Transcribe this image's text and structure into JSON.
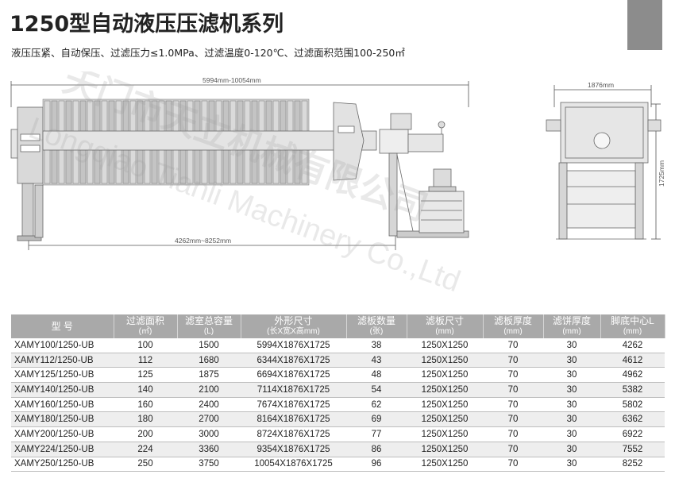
{
  "title": "1250型自动液压压滤机系列",
  "subtitle": "液压压紧、自动保压、过滤压力≤1.0MPa、过滤温度0-120℃、过滤面积范围100-250㎡",
  "dimensions": {
    "total_length": "5994mm-10054mm",
    "foot_center": "4262mm~8252mm",
    "width": "1876mm",
    "height": "1725mm"
  },
  "watermark": {
    "cn": "天门市天立机械有限公司",
    "en": "Longqiao Tianli Machinery Co.,Ltd"
  },
  "table": {
    "headers": [
      {
        "label": "型 号",
        "unit": ""
      },
      {
        "label": "过滤面积",
        "unit": "(㎡)"
      },
      {
        "label": "滤室总容量",
        "unit": "(L)"
      },
      {
        "label": "外形尺寸",
        "unit": "(长X宽X高mm)"
      },
      {
        "label": "滤板数量",
        "unit": "(张)"
      },
      {
        "label": "滤板尺寸",
        "unit": "(mm)"
      },
      {
        "label": "滤板厚度",
        "unit": "(mm)"
      },
      {
        "label": "滤饼厚度",
        "unit": "(mm)"
      },
      {
        "label": "脚底中心L",
        "unit": "(mm)"
      }
    ],
    "rows": [
      [
        "XAMY100/1250-UB",
        "100",
        "1500",
        "5994X1876X1725",
        "38",
        "1250X1250",
        "70",
        "30",
        "4262"
      ],
      [
        "XAMY112/1250-UB",
        "112",
        "1680",
        "6344X1876X1725",
        "43",
        "1250X1250",
        "70",
        "30",
        "4612"
      ],
      [
        "XAMY125/1250-UB",
        "125",
        "1875",
        "6694X1876X1725",
        "48",
        "1250X1250",
        "70",
        "30",
        "4962"
      ],
      [
        "XAMY140/1250-UB",
        "140",
        "2100",
        "7114X1876X1725",
        "54",
        "1250X1250",
        "70",
        "30",
        "5382"
      ],
      [
        "XAMY160/1250-UB",
        "160",
        "2400",
        "7674X1876X1725",
        "62",
        "1250X1250",
        "70",
        "30",
        "5802"
      ],
      [
        "XAMY180/1250-UB",
        "180",
        "2700",
        "8164X1876X1725",
        "69",
        "1250X1250",
        "70",
        "30",
        "6362"
      ],
      [
        "XAMY200/1250-UB",
        "200",
        "3000",
        "8724X1876X1725",
        "77",
        "1250X1250",
        "70",
        "30",
        "6922"
      ],
      [
        "XAMY224/1250-UB",
        "224",
        "3360",
        "9354X1876X1725",
        "86",
        "1250X1250",
        "70",
        "30",
        "7552"
      ],
      [
        "XAMY250/1250-UB",
        "250",
        "3750",
        "10054X1876X1725",
        "96",
        "1250X1250",
        "70",
        "30",
        "8252"
      ]
    ]
  }
}
